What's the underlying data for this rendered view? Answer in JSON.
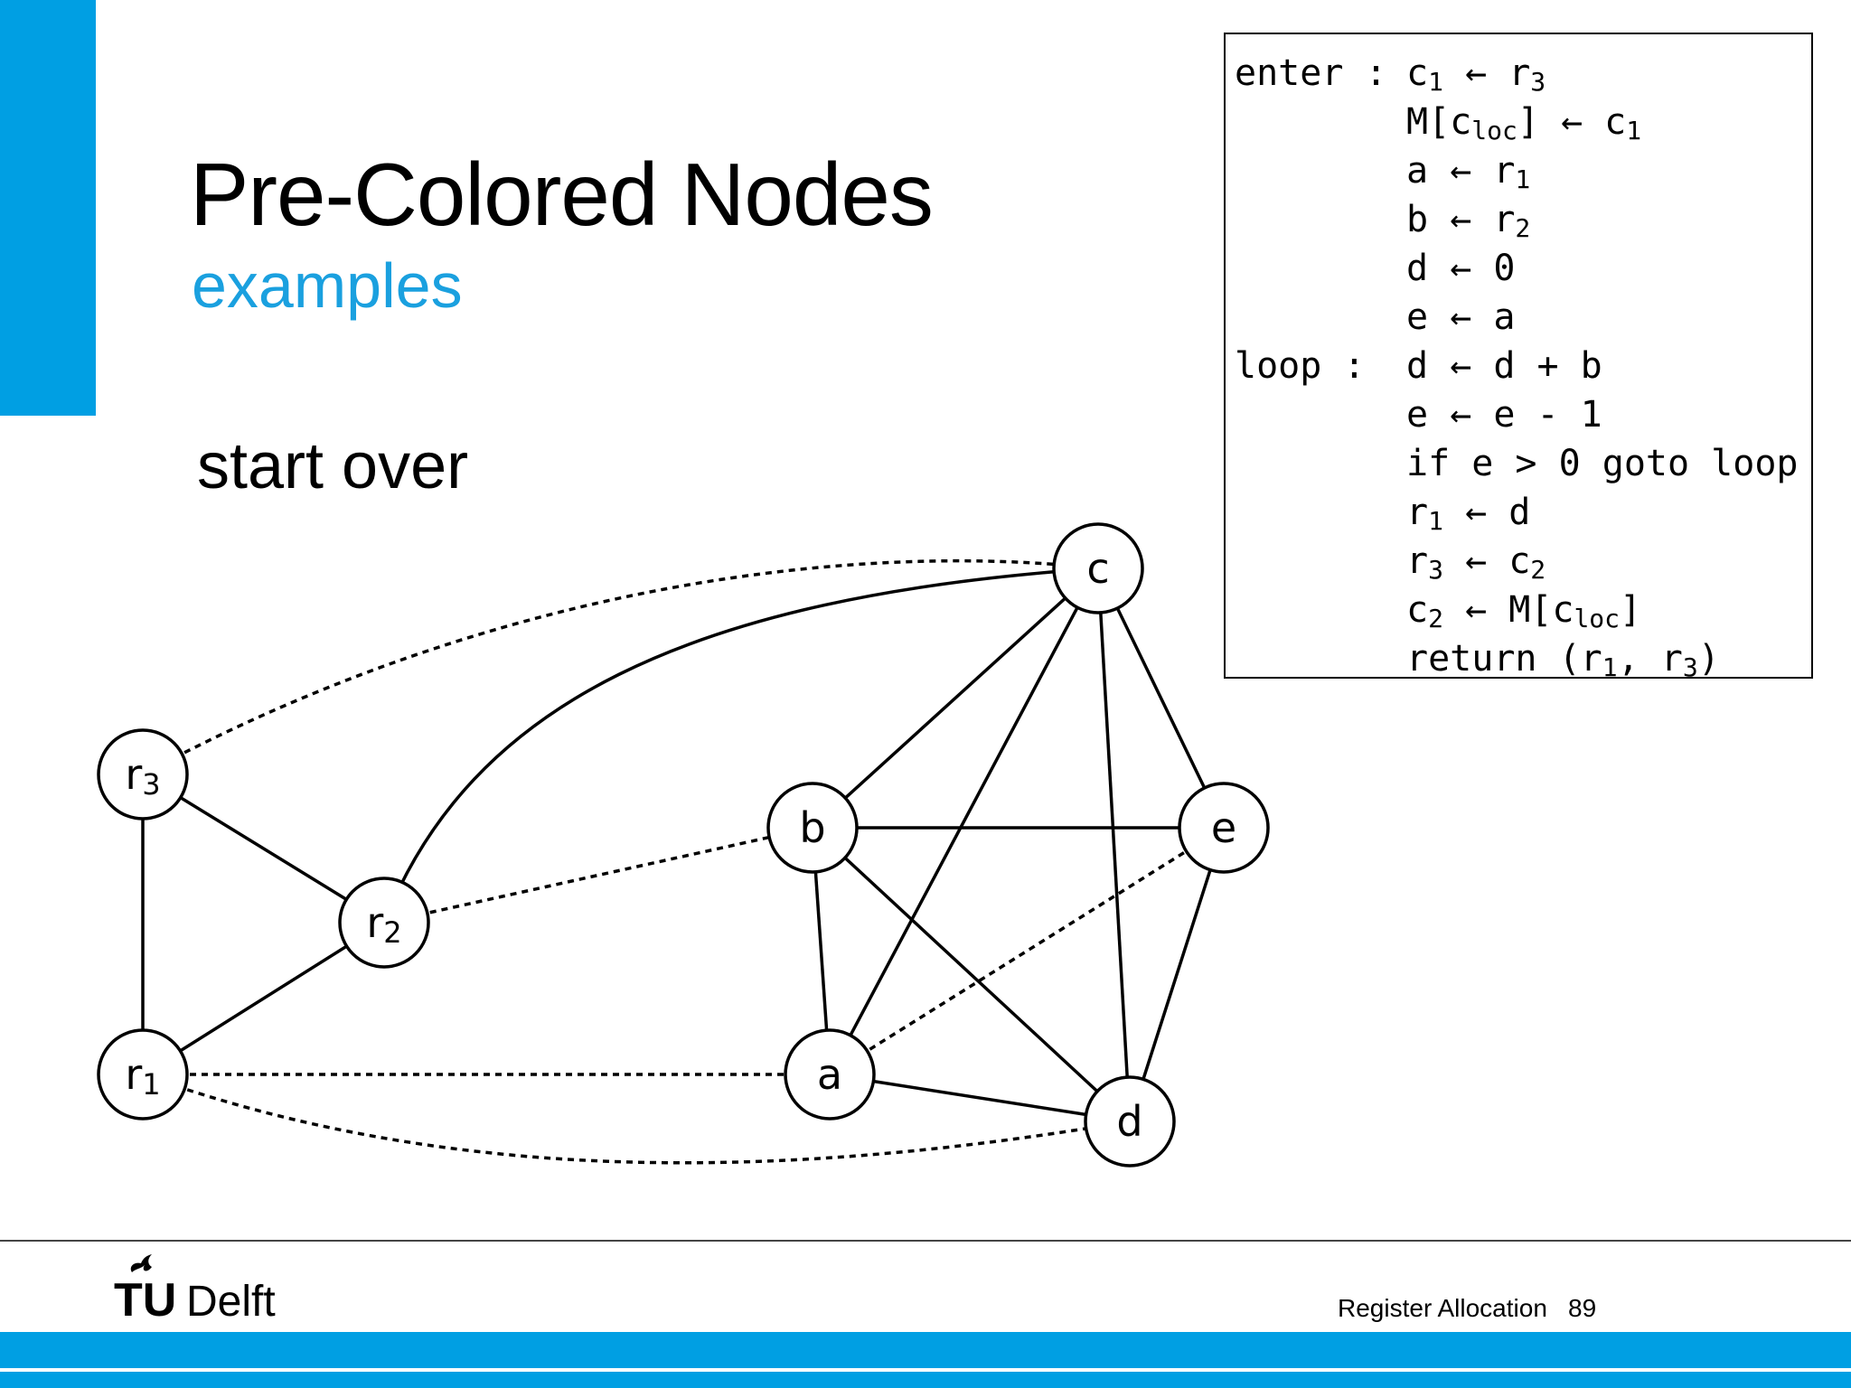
{
  "slide": {
    "title": "Pre-Colored Nodes",
    "subtitle": "examples",
    "section": "start over"
  },
  "code": [
    {
      "label": "enter :",
      "stmt": [
        [
          "c"
        ],
        [
          "1",
          "sub"
        ],
        [
          " ← r"
        ],
        [
          "3",
          "sub"
        ]
      ]
    },
    {
      "label": "",
      "stmt": [
        [
          "M[c"
        ],
        [
          "loc",
          "sub"
        ],
        [
          "] ← c"
        ],
        [
          "1",
          "sub"
        ]
      ]
    },
    {
      "label": "",
      "stmt": [
        [
          "a ← r"
        ],
        [
          "1",
          "sub"
        ]
      ]
    },
    {
      "label": "",
      "stmt": [
        [
          "b ← r"
        ],
        [
          "2",
          "sub"
        ]
      ]
    },
    {
      "label": "",
      "stmt": [
        [
          "d ← 0"
        ]
      ]
    },
    {
      "label": "",
      "stmt": [
        [
          "e ← a"
        ]
      ]
    },
    {
      "label": "loop :",
      "stmt": [
        [
          "d ← d + b"
        ]
      ]
    },
    {
      "label": "",
      "stmt": [
        [
          "e ← e - 1"
        ]
      ]
    },
    {
      "label": "",
      "stmt": [
        [
          "if e > 0 goto loop"
        ]
      ]
    },
    {
      "label": "",
      "stmt": [
        [
          "r"
        ],
        [
          "1",
          "sub"
        ],
        [
          " ← d"
        ]
      ]
    },
    {
      "label": "",
      "stmt": [
        [
          "r"
        ],
        [
          "3",
          "sub"
        ],
        [
          " ← c"
        ],
        [
          "2",
          "sub"
        ]
      ]
    },
    {
      "label": "",
      "stmt": [
        [
          "c"
        ],
        [
          "2",
          "sub"
        ],
        [
          " ← M[c"
        ],
        [
          "loc",
          "sub"
        ],
        [
          "]"
        ]
      ]
    },
    {
      "label": "",
      "stmt": [
        [
          "return (r"
        ],
        [
          "1",
          "sub"
        ],
        [
          ", r"
        ],
        [
          "3",
          "sub"
        ],
        [
          ")"
        ]
      ]
    }
  ],
  "graph": {
    "nodes": [
      {
        "id": "c",
        "label": "c"
      },
      {
        "id": "r3",
        "label": "r",
        "sub": "3"
      },
      {
        "id": "r2",
        "label": "r",
        "sub": "2"
      },
      {
        "id": "r1",
        "label": "r",
        "sub": "1"
      },
      {
        "id": "b",
        "label": "b"
      },
      {
        "id": "e",
        "label": "e"
      },
      {
        "id": "a",
        "label": "a"
      },
      {
        "id": "d",
        "label": "d"
      }
    ],
    "edges": [
      {
        "from": "r3",
        "to": "c",
        "style": "move"
      },
      {
        "from": "r2",
        "to": "c",
        "style": "interference"
      },
      {
        "from": "c",
        "to": "b",
        "style": "interference"
      },
      {
        "from": "c",
        "to": "a",
        "style": "interference"
      },
      {
        "from": "c",
        "to": "d",
        "style": "interference"
      },
      {
        "from": "c",
        "to": "e",
        "style": "interference"
      },
      {
        "from": "r3",
        "to": "r2",
        "style": "interference"
      },
      {
        "from": "r3",
        "to": "r1",
        "style": "interference"
      },
      {
        "from": "r2",
        "to": "r1",
        "style": "interference"
      },
      {
        "from": "r2",
        "to": "b",
        "style": "move"
      },
      {
        "from": "b",
        "to": "e",
        "style": "interference"
      },
      {
        "from": "b",
        "to": "a",
        "style": "interference"
      },
      {
        "from": "b",
        "to": "d",
        "style": "interference"
      },
      {
        "from": "e",
        "to": "d",
        "style": "interference"
      },
      {
        "from": "e",
        "to": "a",
        "style": "move"
      },
      {
        "from": "a",
        "to": "d",
        "style": "interference"
      },
      {
        "from": "r1",
        "to": "a",
        "style": "move"
      },
      {
        "from": "r1",
        "to": "d",
        "style": "move"
      }
    ]
  },
  "footer": {
    "logo_text_tu": "TU",
    "logo_text_delft": "Delft",
    "course": "Register Allocation",
    "page": "89"
  },
  "colors": {
    "accent": "#009fe3",
    "subtitle": "#1aa0df"
  }
}
